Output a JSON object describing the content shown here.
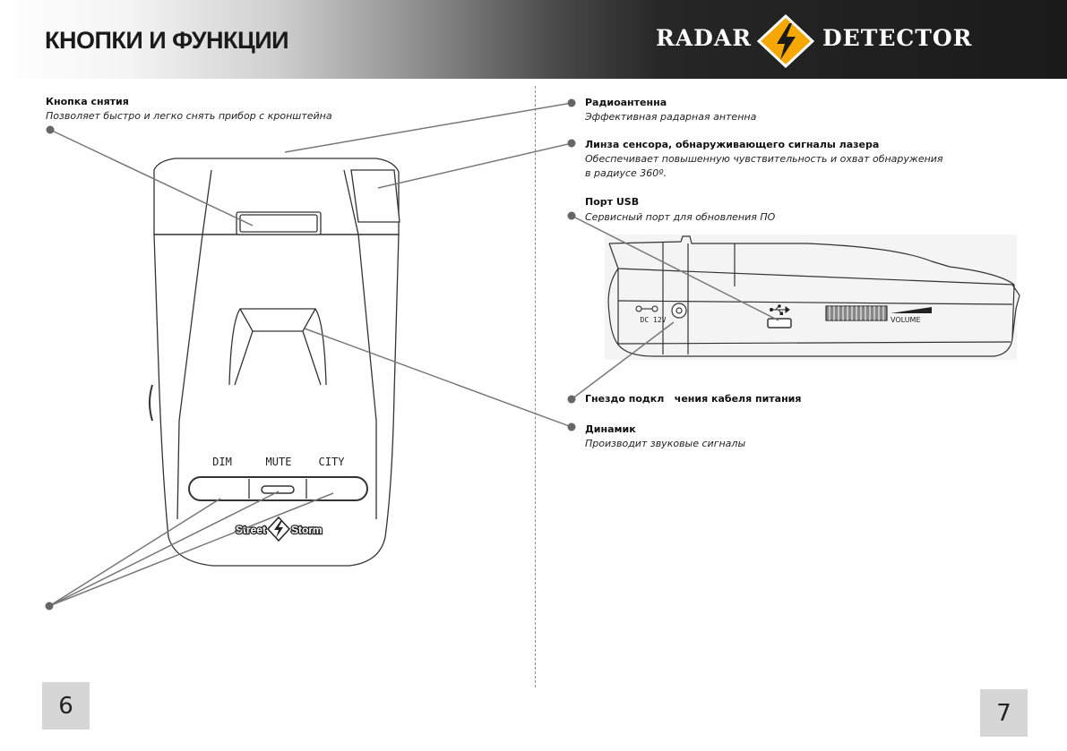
{
  "header": {
    "title": "КНОПКИ И ФУНКЦИИ",
    "brand_left": "RADAR",
    "brand_right": "DETECTOR",
    "logo_icon": "lightning-diamond-icon",
    "accent_color": "#f6a800"
  },
  "left_labels": {
    "release_button": {
      "title": "Кнопка снятия",
      "desc": "Позволяет быстро и легко снять прибор с кронштейна"
    }
  },
  "device_front": {
    "button_labels": [
      "DIM",
      "MUTE",
      "CITY"
    ],
    "brand_left": "Street",
    "brand_right": "Storm"
  },
  "right_labels": {
    "antenna": {
      "title": "Радиоантенна",
      "desc": "Эффективная радарная антенна"
    },
    "laser_lens": {
      "title": "Линза сенсора, обнаруживающего сигналы лазера",
      "desc_line1": "Обеспечивает повышенную чувствительность и охват обнаружения",
      "desc_line2": "в радиусе 360º."
    },
    "usb_port": {
      "title": "Порт USB",
      "desc": "Сервисный порт для обновления ПО"
    },
    "power_socket": {
      "title": "Гнездо подкл   чения кабеля питания"
    },
    "speaker": {
      "title": "Динамик",
      "desc": "Производит звуковые сигналы"
    }
  },
  "device_side": {
    "dc_label": "DC 12V",
    "volume_label": "VOLUME",
    "usb_icon": "usb-icon"
  },
  "page_numbers": {
    "left": "6",
    "right": "7"
  }
}
